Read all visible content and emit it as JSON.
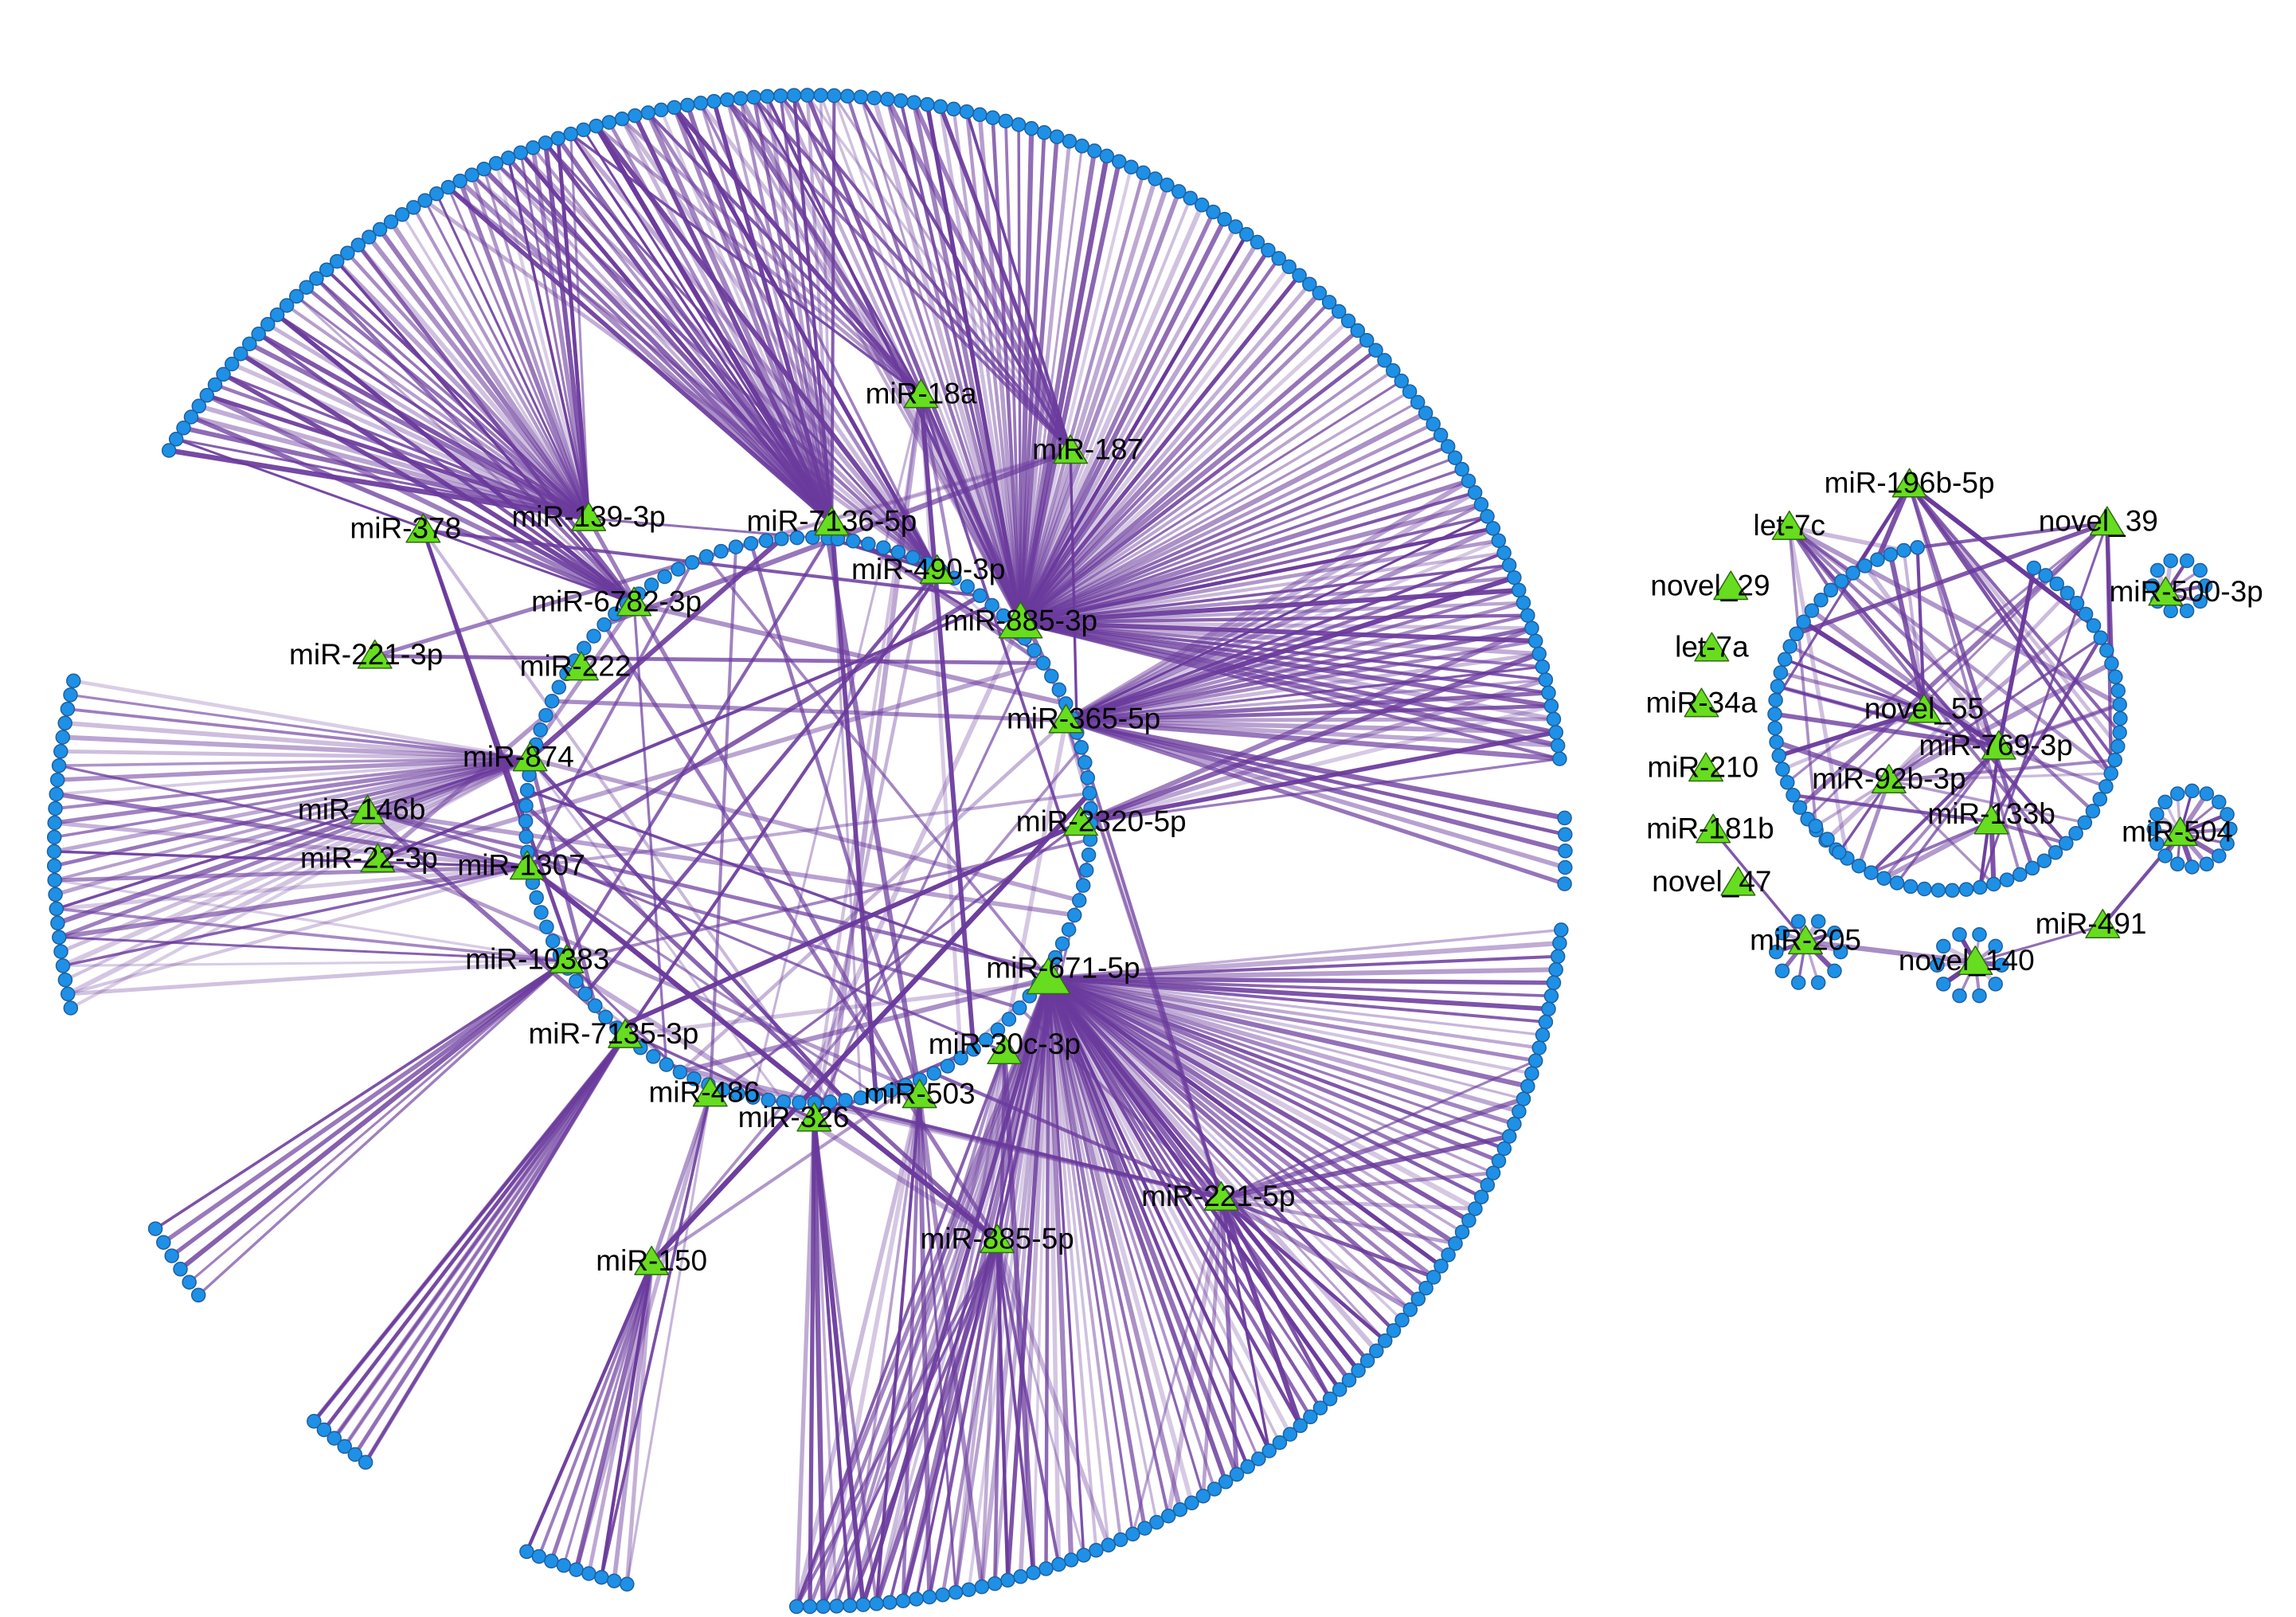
{
  "colors": {
    "edge": "#6a3a9c",
    "gene_node": "#1e90e6",
    "mirna_node": "#66dd1e",
    "label": "#000000"
  },
  "networks": [
    {
      "mirnas": [
        "miR-18a",
        "miR-187",
        "miR-378",
        "miR-139-3p",
        "miR-7136-5p",
        "miR-490-3p",
        "miR-6782-3p",
        "miR-885-3p",
        "miR-221-3p",
        "miR-222",
        "miR-365-5p",
        "miR-874",
        "miR-2320-5p",
        "miR-146b",
        "miR-22-3p",
        "miR-1307",
        "miR-10383",
        "miR-671-5p",
        "miR-7135-3p",
        "miR-30c-3p",
        "miR-486",
        "miR-326",
        "miR-503",
        "miR-221-5p",
        "miR-885-5p",
        "miR-150"
      ]
    },
    {
      "mirnas": [
        "miR-196b-5p",
        "let-7c",
        "novel_39",
        "novel_29",
        "miR-500-3p",
        "let-7a",
        "miR-34a",
        "novel_55",
        "miR-769-3p",
        "miR-210",
        "miR-92b-3p",
        "miR-181b",
        "miR-133b",
        "miR-504",
        "novel_47",
        "miR-491",
        "miR-205",
        "novel_140"
      ]
    }
  ]
}
